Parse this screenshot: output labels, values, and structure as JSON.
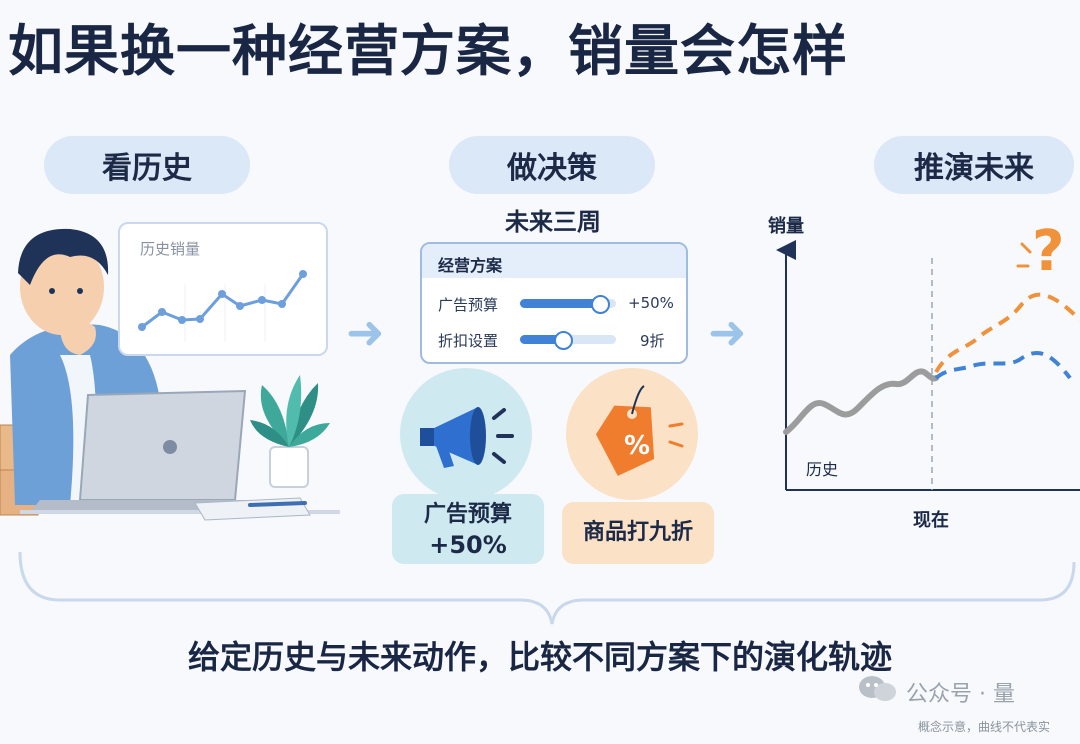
{
  "title": "如果换一种经营方案，销量会怎样",
  "steps": {
    "history": "看历史",
    "decision": "做决策",
    "future": "推演未来"
  },
  "history_card": {
    "title": "历史销量"
  },
  "decision_panel": {
    "period": "未来三周",
    "title": "经营方案",
    "ad_label": "广告预算",
    "ad_value": "+50%",
    "ad_level": 0.83,
    "discount_label": "折扣设置",
    "discount_value": "9折",
    "discount_level": 0.45
  },
  "badges": {
    "ad_line1": "广告预算",
    "ad_line2": "+50%",
    "discount": "商品打九折",
    "percent_symbol": "%"
  },
  "forecast": {
    "ylabel": "销量",
    "history_label": "历史",
    "now_label": "现在",
    "question": "?"
  },
  "caption": "给定历史与未来动作，比较不同方案下的演化轨迹",
  "watermark": "公众号 · 量",
  "note": "概念示意，曲线不代表实",
  "colors": {
    "accent_blue": "#3f82d6",
    "accent_orange": "#f0923a",
    "pill_bg": "#dbe8f7"
  }
}
